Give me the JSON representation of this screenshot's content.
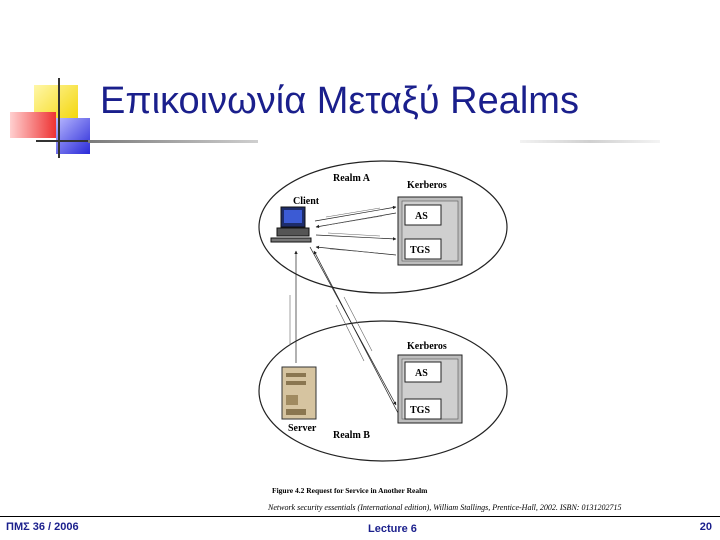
{
  "slide": {
    "title": "Επικοινωνία Μεταξύ Realms",
    "citation": "Network security essentials (International edition), William Stallings, Prentice-Hall, 2002. ISBN: 0131202715",
    "footer_left": "ΠΜΣ 36 / 2006",
    "footer_center": "Lecture 6",
    "page_number": "20",
    "accent_color": "#1a1f8c"
  },
  "diagram": {
    "realm_a": "Realm A",
    "realm_b": "Realm B",
    "kerberos_a": "Kerberos",
    "kerberos_b": "Kerberos",
    "as_a": "AS",
    "tgs_a": "TGS",
    "as_b": "AS",
    "tgs_b": "TGS",
    "client": "Client",
    "server": "Server",
    "caption": "Figure 4.2   Request for Service in Another Realm"
  }
}
